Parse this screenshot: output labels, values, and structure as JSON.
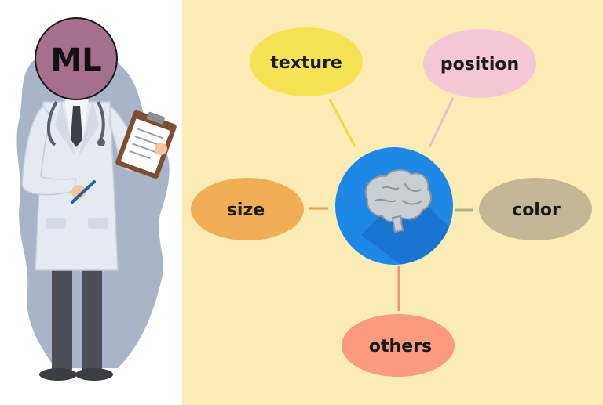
{
  "figure": {
    "head_label": "ML",
    "center_icon": "brain-icon",
    "features": {
      "texture": "texture",
      "position": "position",
      "size": "size",
      "color": "color",
      "others": "others"
    },
    "colors": {
      "background": "#faecb4",
      "head": "#a56f8e",
      "center": "#1d88e5",
      "texture": "#f6e354",
      "position": "#f4c8d5",
      "size": "#f2ae55",
      "color": "#c4b894",
      "others": "#fa9b7e"
    }
  }
}
